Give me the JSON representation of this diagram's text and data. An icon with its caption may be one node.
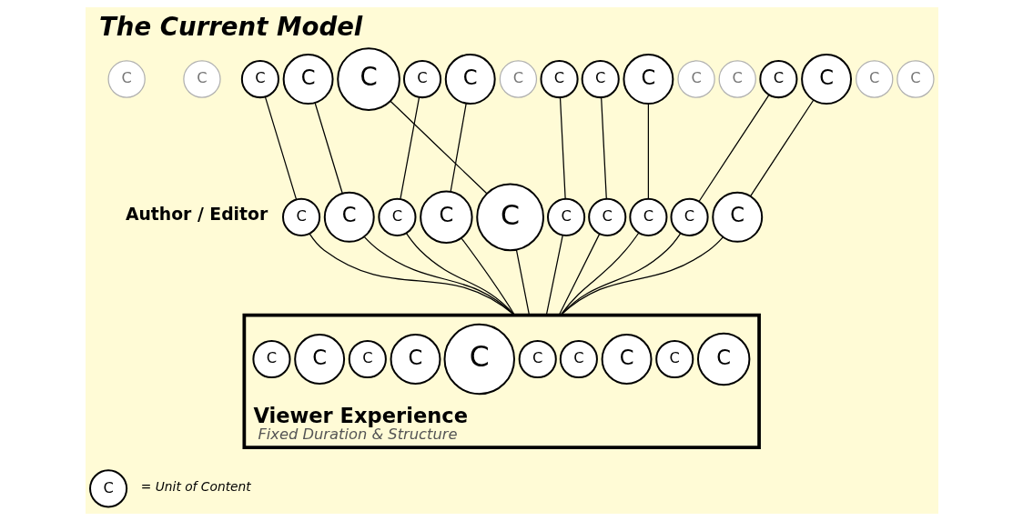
{
  "diagram": {
    "title": "The Current Model",
    "nodes": [
      {
        "text": [
          "C"
        ]
      },
      {
        "text": [
          "C"
        ]
      },
      {
        "text": [
          "C"
        ]
      },
      {
        "text": [
          "C"
        ]
      },
      {
        "text": [
          "C"
        ]
      },
      {
        "text": [
          "C"
        ]
      },
      {
        "text": [
          "C"
        ]
      },
      {
        "text": [
          "C"
        ]
      },
      {
        "text": [
          "C"
        ]
      },
      {
        "text": [
          "C"
        ]
      },
      {
        "text": [
          "C"
        ]
      },
      {
        "text": [
          "C"
        ]
      },
      {
        "text": [
          "C"
        ]
      },
      {
        "text": [
          "C"
        ]
      },
      {
        "text": [
          "C"
        ]
      },
      {
        "text": [
          "C"
        ]
      },
      {
        "text": [
          "C"
        ]
      },
      {
        "text": [
          "C"
        ]
      },
      {
        "text": [
          "C"
        ]
      },
      {
        "text": [
          "C"
        ]
      },
      {
        "text": [
          "C"
        ]
      },
      {
        "text": [
          "C"
        ]
      },
      {
        "text": [
          "C"
        ]
      },
      {
        "text": [
          "C"
        ]
      },
      {
        "text": [
          "C"
        ]
      },
      {
        "text": [
          "C"
        ]
      },
      {
        "text": [
          "C"
        ]
      },
      {
        "text": [
          "Viewer Experience",
          "Fixed Duration & Structure"
        ]
      },
      {
        "text": [
          "C"
        ],
        "in": 27
      },
      {
        "text": [
          "C"
        ],
        "in": 27
      },
      {
        "text": [
          "C"
        ],
        "in": 27
      },
      {
        "text": [
          "C"
        ],
        "in": 27
      },
      {
        "text": [
          "C"
        ],
        "in": 27
      },
      {
        "text": [
          "C"
        ],
        "in": 27
      },
      {
        "text": [
          "C"
        ],
        "in": 27
      },
      {
        "text": [
          "C"
        ],
        "in": 27
      },
      {
        "text": [
          "C"
        ],
        "in": 27
      },
      {
        "text": [
          "C"
        ],
        "in": 27
      },
      {
        "text": [
          "C"
        ],
        "beside": [
          "= Unit of Content"
        ]
      }
    ],
    "edges": [
      {
        "from": 2,
        "to": 17,
        "arrow": "none"
      },
      {
        "from": 3,
        "to": 18,
        "arrow": "none"
      },
      {
        "from": 5,
        "to": 19,
        "arrow": "none"
      },
      {
        "from": 6,
        "to": 20,
        "arrow": "none"
      },
      {
        "from": 4,
        "to": 21,
        "arrow": "none"
      },
      {
        "from": 8,
        "to": 22,
        "arrow": "none"
      },
      {
        "from": 9,
        "to": 23,
        "arrow": "none"
      },
      {
        "from": 10,
        "to": 24,
        "arrow": "none"
      },
      {
        "from": 13,
        "to": 25,
        "arrow": "none"
      },
      {
        "from": 14,
        "to": 26,
        "arrow": "none"
      },
      {
        "from": 17,
        "to": 27,
        "arrow": "none"
      },
      {
        "from": 18,
        "to": 27,
        "arrow": "none"
      },
      {
        "from": 19,
        "to": 27,
        "arrow": "none"
      },
      {
        "from": 20,
        "to": 27,
        "arrow": "none"
      },
      {
        "from": 21,
        "to": 27,
        "arrow": "none"
      },
      {
        "from": 22,
        "to": 27,
        "arrow": "none"
      },
      {
        "from": 23,
        "to": 27,
        "arrow": "none"
      },
      {
        "from": 24,
        "to": 27,
        "arrow": "none"
      },
      {
        "from": 25,
        "to": 27,
        "arrow": "none"
      },
      {
        "from": 26,
        "to": 27,
        "arrow": "none"
      }
    ],
    "labels": [
      "Author / Editor"
    ]
  }
}
